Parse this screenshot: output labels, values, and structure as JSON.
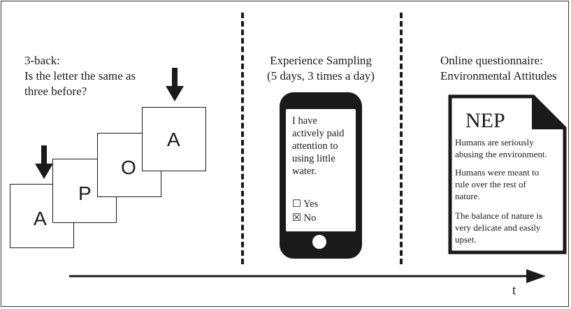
{
  "panels": {
    "nback": {
      "caption_lines": [
        "3-back:",
        "Is the letter the same as",
        "three before?"
      ],
      "letters": [
        "A",
        "P",
        "O",
        "A"
      ]
    },
    "esm": {
      "caption_lines": [
        "Experience Sampling",
        "(5 days, 3 times a day)"
      ],
      "question_lines": [
        "I have",
        "actively paid",
        "attention to",
        "using little",
        "water."
      ],
      "options": [
        {
          "box": "☐",
          "label": "Yes",
          "checked": false
        },
        {
          "box": "☒",
          "label": "No",
          "checked": true
        }
      ]
    },
    "questionnaire": {
      "caption_lines": [
        "Online questionnaire:",
        "Environmental Attitudes"
      ],
      "doc_title": "NEP",
      "items": [
        [
          "Humans are seriously",
          "abusing the environment."
        ],
        [
          "Humans were meant to",
          "rule over the rest of",
          "nature."
        ],
        [
          "The balance of nature is",
          "very delicate and easily",
          "upset."
        ]
      ]
    }
  },
  "timeline": {
    "axis_label": "t"
  },
  "colors": {
    "ink": "#1a1a1a",
    "background": "#ffffff"
  }
}
